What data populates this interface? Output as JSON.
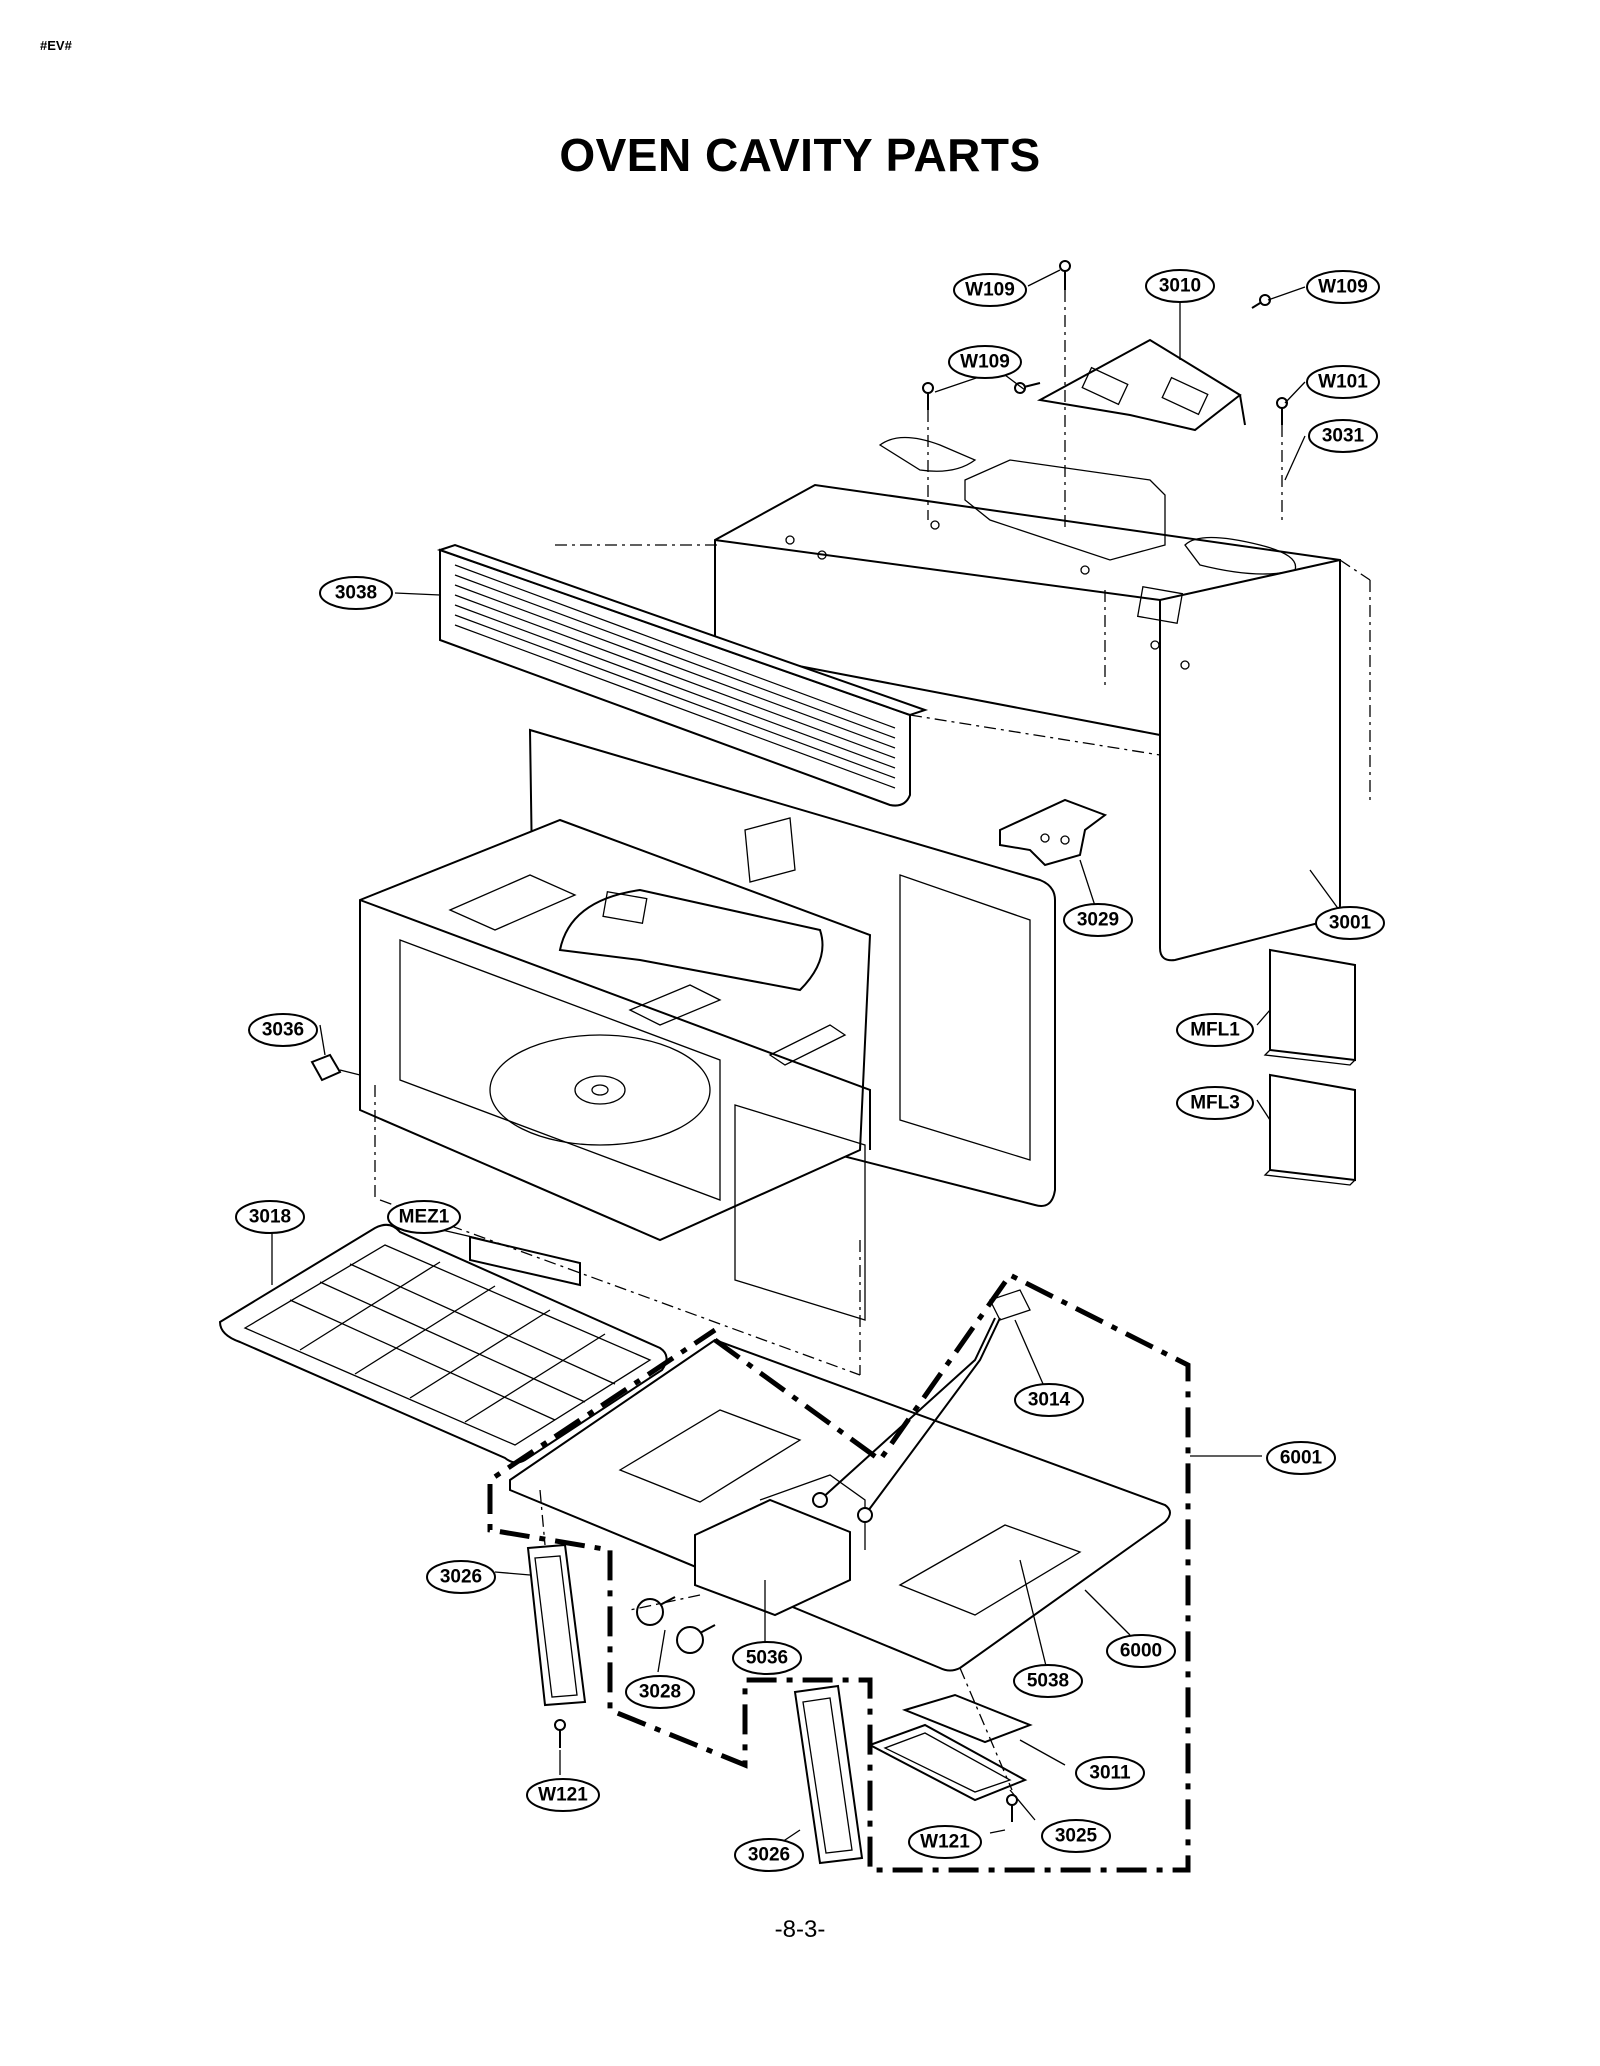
{
  "header": {
    "mark": "#EV#"
  },
  "title": "OVEN CAVITY PARTS",
  "page_number": "-8-3-",
  "parts": {
    "w109_a": "W109",
    "w109_b": "W109",
    "w109_c": "W109",
    "p3010": "3010",
    "w101": "W101",
    "p3031": "3031",
    "p3038": "3038",
    "p3029": "3029",
    "p3001": "3001",
    "mfl1": "MFL1",
    "mfl3": "MFL3",
    "p3036": "3036",
    "p3018": "3018",
    "mez1": "MEZ1",
    "p3014": "3014",
    "p6001": "6001",
    "p3026_a": "3026",
    "p5036": "5036",
    "p6000": "6000",
    "p3028": "3028",
    "p5038": "5038",
    "p3011": "3011",
    "w121_a": "W121",
    "p3025": "3025",
    "w121_b": "W121",
    "p3026_b": "3026"
  }
}
